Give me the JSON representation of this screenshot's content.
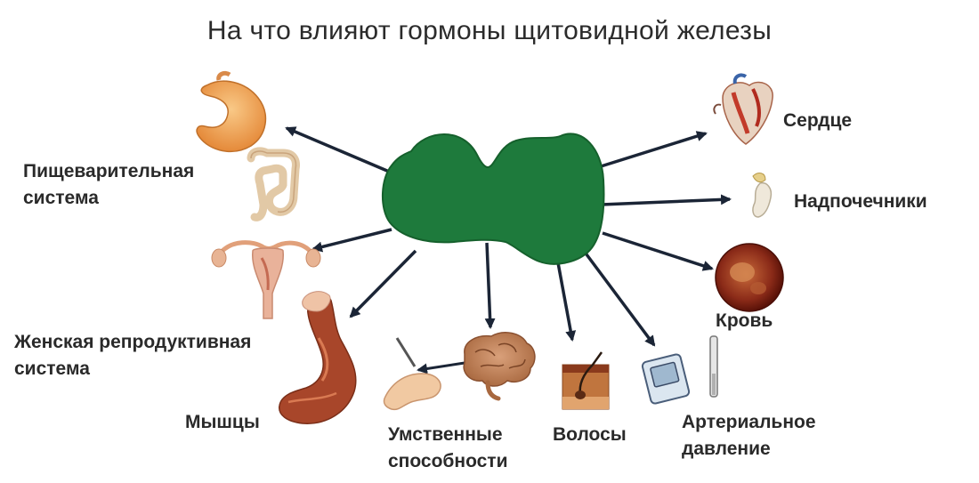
{
  "title": "На что влияют гормоны щитовидной железы",
  "colors": {
    "gland": "#1e7a3c",
    "gland_outline": "#15602c",
    "arrow": "#1b2536",
    "text": "#2a2a2a"
  },
  "organs": {
    "digestive": {
      "line1": "Пищеварительная",
      "line2": "система",
      "icon": "stomach-intestine-icon"
    },
    "reproductive": {
      "line1": "Женская репродуктивная",
      "line2": "система",
      "icon": "uterus-icon"
    },
    "muscles": {
      "line1": "Мышцы",
      "icon": "arm-muscle-icon"
    },
    "mental": {
      "line1": "Умственные",
      "line2": "способности",
      "icon": "brain-icon"
    },
    "hair": {
      "line1": "Волосы",
      "icon": "hair-follicle-icon"
    },
    "pressure": {
      "line1": "Артериальное",
      "line2": "давление",
      "icon": "tonometer-icon"
    },
    "blood": {
      "line1": "Кровь",
      "icon": "blood-drop-icon"
    },
    "adrenals": {
      "line1": "Надпочечники",
      "icon": "adrenal-gland-icon"
    },
    "heart": {
      "line1": "Сердце",
      "icon": "heart-icon"
    }
  }
}
